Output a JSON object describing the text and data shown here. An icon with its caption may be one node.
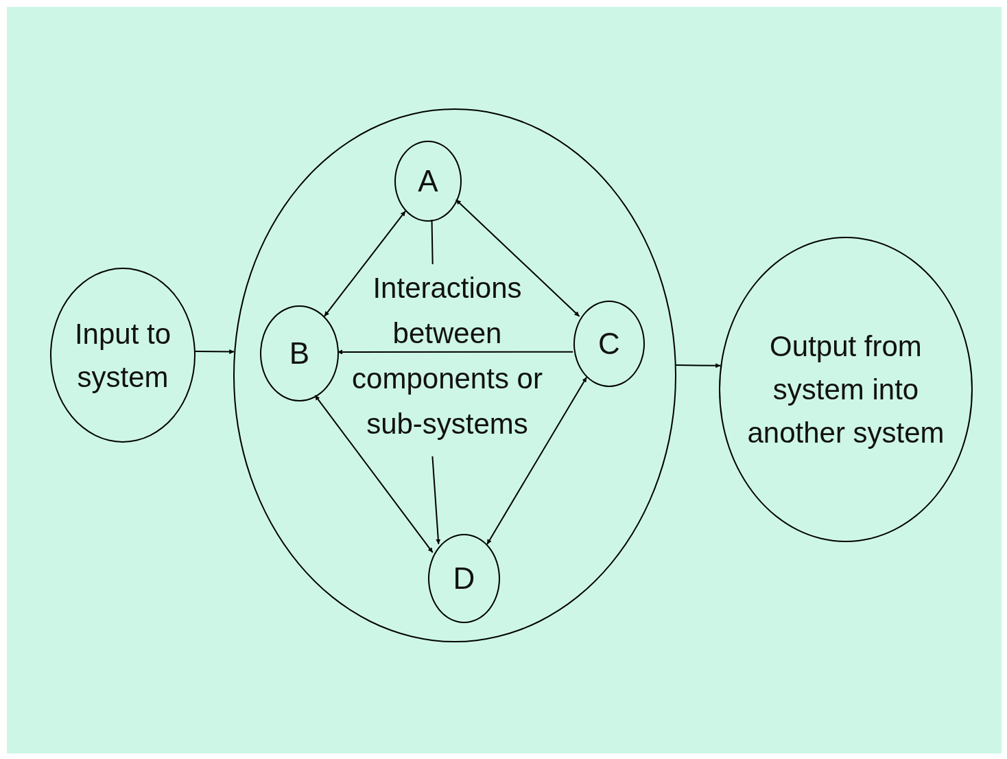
{
  "diagram": {
    "nodes": [
      {
        "text": [
          "Input to system"
        ]
      },
      {
        "text": [],
        "shape": "circle"
      },
      {
        "text": [
          "A"
        ],
        "in": 1
      },
      {
        "text": [
          "B"
        ],
        "in": 1
      },
      {
        "text": [
          "C"
        ],
        "in": 1
      },
      {
        "text": [
          "D"
        ],
        "in": 1
      },
      {
        "text": [
          "Interactions between components or sub-systems"
        ],
        "in": 1
      },
      {
        "text": [
          "Output from system into another system"
        ]
      }
    ],
    "edges": [
      {
        "from": 0,
        "to": 1,
        "arrow": "to"
      },
      {
        "from": 1,
        "to": 7,
        "arrow": "to"
      },
      {
        "from": 2,
        "to": 3,
        "arrow": "both"
      },
      {
        "from": 2,
        "to": 4,
        "arrow": "both"
      },
      {
        "from": 4,
        "to": 3,
        "arrow": "to"
      },
      {
        "from": 3,
        "to": 5,
        "arrow": "both"
      },
      {
        "from": 4,
        "to": 5,
        "arrow": "both"
      },
      {
        "from": 2,
        "to": 6,
        "arrow": "none"
      },
      {
        "from": 6,
        "to": 5,
        "arrow": "to"
      }
    ]
  }
}
